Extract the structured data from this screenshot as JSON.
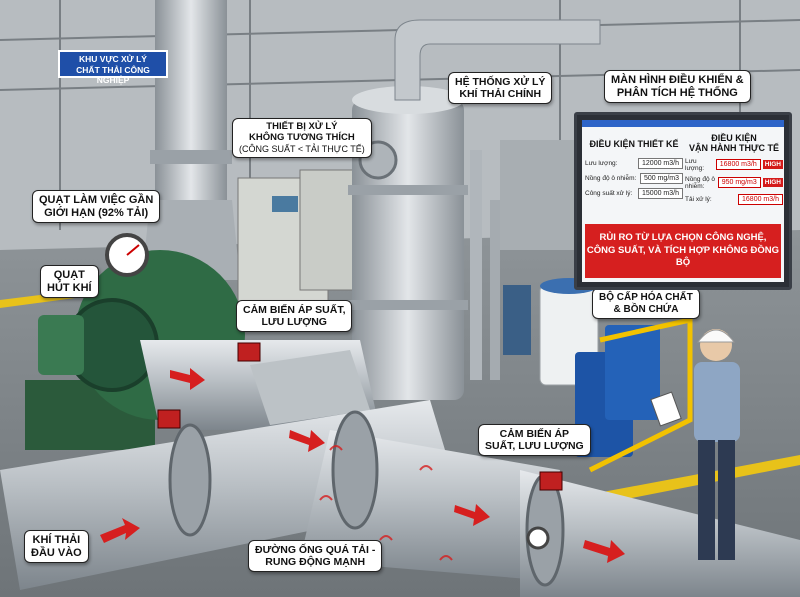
{
  "zone_sign": {
    "line1": "KHU VỰC XỬ LÝ",
    "line2": "CHẤT THẢI CÔNG NGHIỆP"
  },
  "labels": {
    "main_system": [
      "HỆ THỐNG XỬ LÝ",
      "KHÍ THẢI CHÍNH"
    ],
    "incompatible": [
      "THIẾT BỊ XỬ LÝ",
      "KHÔNG TƯƠNG THÍCH",
      "(CÔNG SUẤT < TẢI THỰC TẾ)"
    ],
    "fan_limit": [
      "QUẠT LÀM VIỆC GẦN",
      "GIỚI HẠN (92% TẢI)"
    ],
    "exhaust_fan": [
      "QUẠT",
      "HÚT KHÍ"
    ],
    "sensor_1": [
      "CẢM BIẾN ÁP SUẤT,",
      "LƯU LƯỢNG"
    ],
    "sensor_2": [
      "CẢM BIẾN ÁP",
      "SUẤT, LƯU LƯỢNG"
    ],
    "chemical": [
      "BỘ CẤP HÓA CHẤT",
      "& BỒN CHỨA"
    ],
    "inlet": [
      "KHÍ THẢI",
      "ĐẦU VÀO"
    ],
    "overload_pipe": [
      "ĐƯỜNG ỐNG QUÁ TẢI -",
      "RUNG ĐỘNG MẠNH"
    ],
    "monitor_title": [
      "MÀN HÌNH ĐIỀU KHIỂN &",
      "PHÂN TÍCH HỆ THỐNG"
    ]
  },
  "monitor": {
    "design": {
      "title": "ĐIỀU KIỆN THIẾT KẾ",
      "rows": [
        {
          "label": "Lưu lượng:",
          "value": "12000 m3/h"
        },
        {
          "label": "Nồng độ ô nhiễm:",
          "value": "500 mg/m3"
        },
        {
          "label": "Công suất xử lý:",
          "value": "15000 m3/h"
        }
      ]
    },
    "actual": {
      "title": [
        "ĐIỀU KIỆN",
        "VẬN HÀNH THỰC TẾ"
      ],
      "rows": [
        {
          "label": "Lưu lượng:",
          "value": "16800 m3/h",
          "badge": "HIGH"
        },
        {
          "label": "Nồng độ ô nhiễm:",
          "value": "950 mg/m3",
          "badge": "HIGH"
        },
        {
          "label": "Tải xử lý:",
          "value": "16800 m3/h",
          "badge": ""
        }
      ]
    },
    "risk": [
      "RỦI RO TỪ LỰA CHỌN CÔNG NGHỆ,",
      "CÔNG SUẤT, VÀ TÍCH HỢP KHÔNG ĐỒNG BỘ"
    ]
  },
  "colors": {
    "alert_red": "#d61f1f",
    "sign_blue": "#1f4fa8",
    "fan_green": "#2f6b45",
    "pipe_steel": "#b9bfc4",
    "safety_yellow": "#f2c200"
  }
}
